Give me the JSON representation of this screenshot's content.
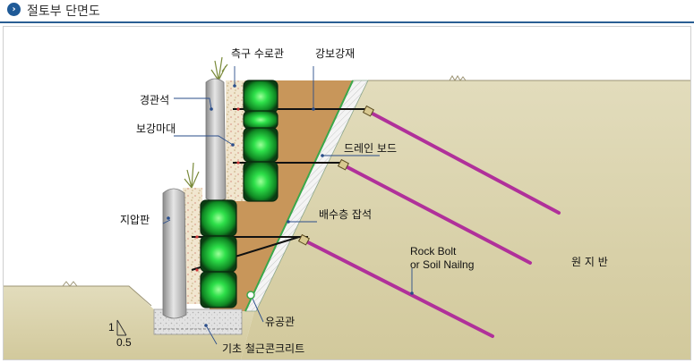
{
  "header": {
    "title": "절토부 단면도"
  },
  "labels": {
    "gutter_pipe": "측구 수로관",
    "steel_member": "강보강재",
    "landscape_stone": "경관석",
    "reinforcement_mat": "보강마대",
    "drain_board": "드레인 보드",
    "retaining_plate": "지압판",
    "drainage_gravel": "배수층 잡석",
    "rock_bolt_line1": "Rock Bolt",
    "rock_bolt_line2": "or Soil Nailng",
    "original_ground": "원 지 반",
    "perforated_pipe": "유공관",
    "foundation_concrete": "기초 철근콘크리트"
  },
  "slope_ratio": {
    "vertical": "1",
    "horizontal": "0.5"
  },
  "colors": {
    "ground": "#d8d0a8",
    "backfill": "#c8965a",
    "block_green": "#19d63c",
    "rock_bolt": "#b0309a",
    "stone": "#b5b5b5",
    "header_rule": "#2a5e93"
  }
}
